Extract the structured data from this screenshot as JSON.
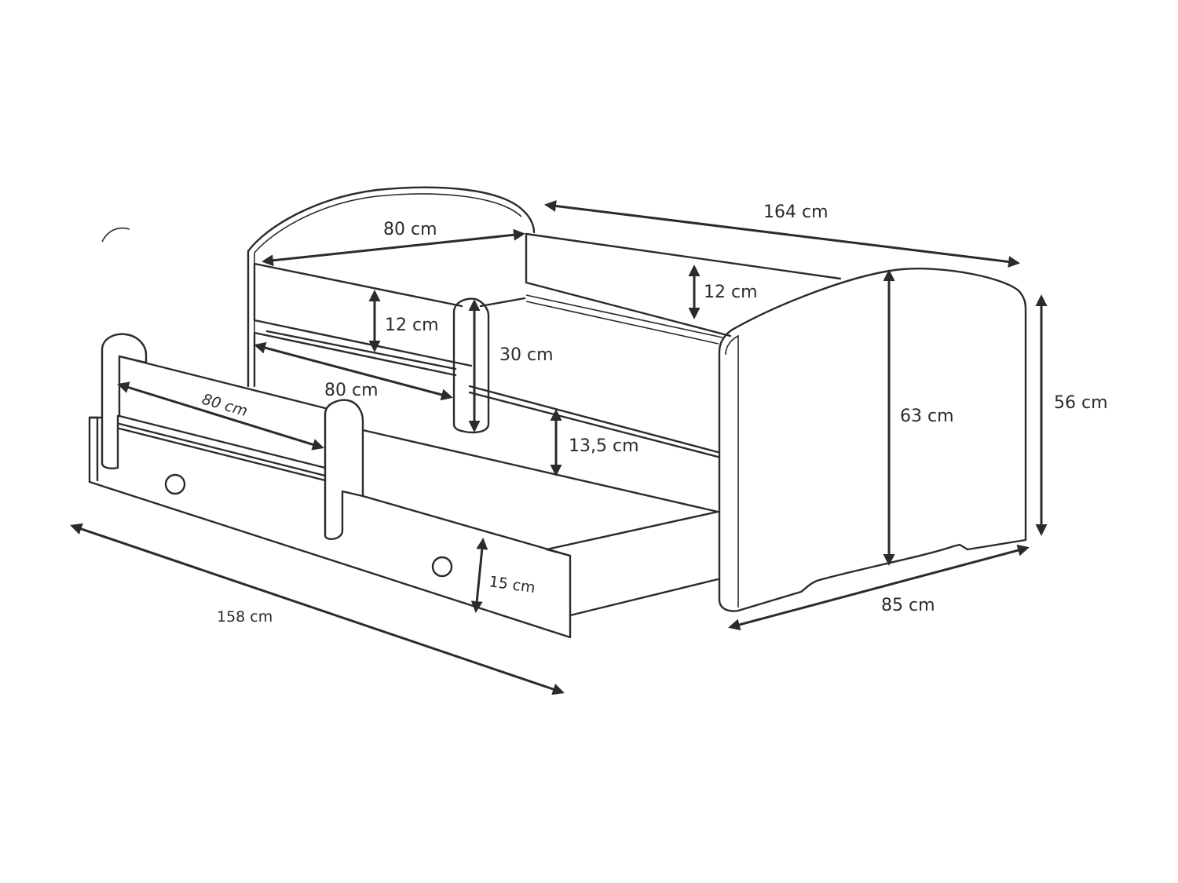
{
  "dimensions": {
    "total_length": "164 cm",
    "headboard_width": "80 cm",
    "head_rail_height": "12 cm",
    "back_rail_height": "12 cm",
    "guard_height": "30 cm",
    "inner_rail_length": "80 cm",
    "front_guard_length": "80 cm",
    "mattress_gap": "13,5 cm",
    "headboard_height": "63 cm",
    "total_height": "56 cm",
    "total_width": "85 cm",
    "drawer_height": "15 cm",
    "drawer_length": "158 cm"
  },
  "colors": {
    "line": "#2b2b2b",
    "background": "#ffffff"
  }
}
